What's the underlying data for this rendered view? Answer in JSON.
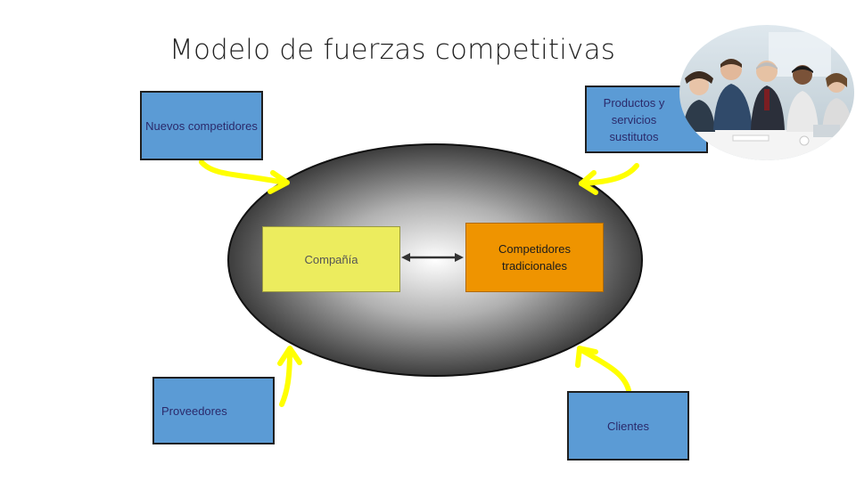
{
  "title": "Modelo de fuerzas competitivas",
  "boxes": {
    "nuevos": "Nuevos competidores",
    "sustitutos": "Productos y servicios sustitutos",
    "proveedores": "Proveedores",
    "clientes": "Clientes",
    "compania": "Compañía",
    "competidores": "Competidores tradicionales"
  },
  "photo": "people-meeting-photo",
  "colors": {
    "box_blue": "#5b9bd5",
    "company_yellow": "#ecec5e",
    "competitors_orange": "#ef9400",
    "arrow_yellow": "#ffff00"
  }
}
